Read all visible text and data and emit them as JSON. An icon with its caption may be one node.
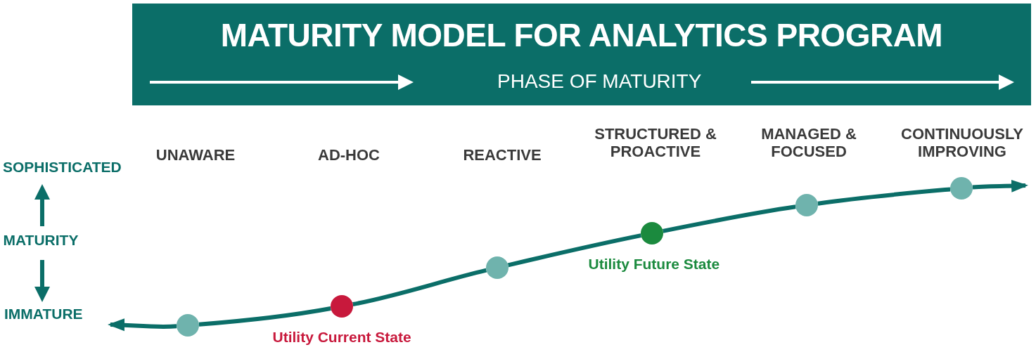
{
  "diagram": {
    "title": "MATURITY MODEL FOR ANALYTICS PROGRAM",
    "nodes": [
      {
        "text": [],
        "shape": "circle"
      },
      {
        "text": [],
        "shape": "circle",
        "beside": [
          "Utility Current State"
        ]
      },
      {
        "text": [],
        "shape": "circle"
      },
      {
        "text": [],
        "shape": "circle",
        "beside": [
          "Utility Future State"
        ]
      },
      {
        "text": [],
        "shape": "circle"
      },
      {
        "text": [],
        "shape": "circle"
      }
    ],
    "edges": [
      {
        "from": 0,
        "to": null,
        "arrow": "to"
      },
      {
        "from": 0,
        "to": 1,
        "arrow": "none"
      },
      {
        "from": 1,
        "to": 2,
        "arrow": "none"
      },
      {
        "from": 2,
        "to": 3,
        "arrow": "none"
      },
      {
        "from": 3,
        "to": 4,
        "arrow": "none"
      },
      {
        "from": 4,
        "to": 5,
        "arrow": "none"
      },
      {
        "from": 5,
        "to": null,
        "arrow": "to"
      }
    ],
    "labels": [
      "PHASE OF MATURITY",
      "UNAWARE",
      "AD-HOC",
      "REACTIVE",
      "STRUCTURED & PROACTIVE",
      "MANAGED & FOCUSED",
      "CONTINUOUSLY IMPROVING",
      "SOPHISTICATED",
      "MATURITY",
      "IMMATURE"
    ]
  }
}
